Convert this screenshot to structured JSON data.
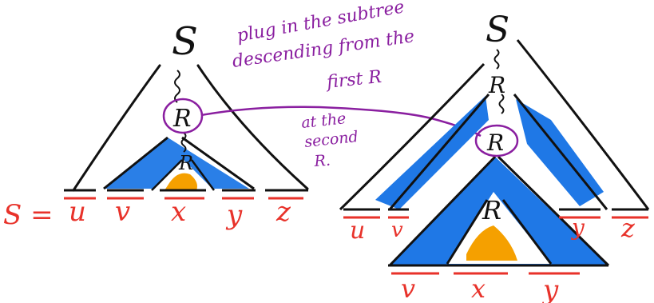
{
  "colors": {
    "ink": "#111111",
    "red": "#e8322a",
    "purple": "#8a1fa0",
    "blue": "#1f78e6",
    "orange": "#f5a000"
  },
  "left_tree": {
    "root": "S",
    "node_upper": "R",
    "node_lower": "R",
    "equation_lhs": "S =",
    "segments": [
      "u",
      "v",
      "x",
      "y",
      "z"
    ]
  },
  "right_tree": {
    "root": "S",
    "node_upper": "R",
    "node_second": "R",
    "node_plugged": "R",
    "top_segments": [
      "u",
      "v",
      "y",
      "z"
    ],
    "bottom_segments": [
      "v",
      "x",
      "y"
    ]
  },
  "annotation_top": [
    "plug in the subtree",
    "descending from the",
    "first R"
  ],
  "annotation_mid": [
    "at the",
    "second",
    "R."
  ]
}
